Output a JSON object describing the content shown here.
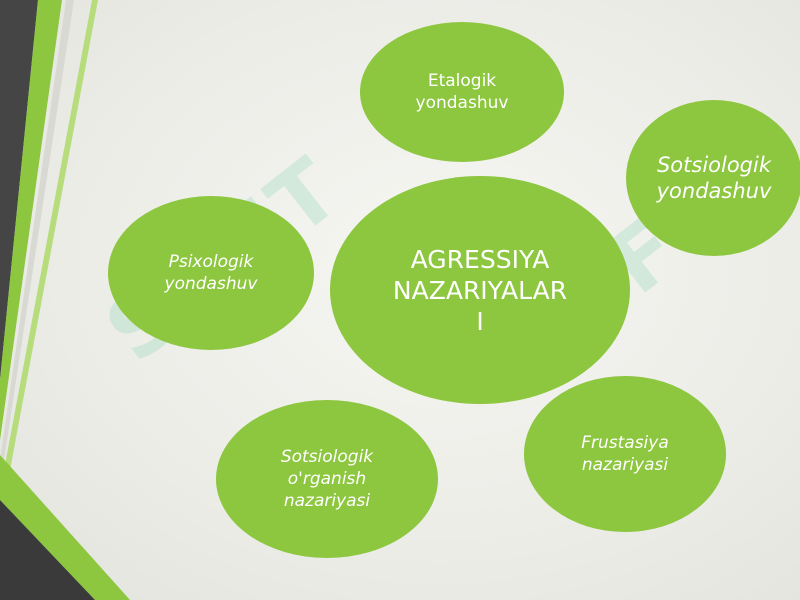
{
  "diagram": {
    "center": {
      "label": "AGRESSIYA\nNAZARIYALAR\nI"
    },
    "nodes": [
      {
        "id": "etalogik",
        "label": "Etalogik\nyondashuv"
      },
      {
        "id": "sotsiologik-yondashuv",
        "label": "Sotsiologik\nyondashuv"
      },
      {
        "id": "psixologik",
        "label": "Psixologik\nyondashuv"
      },
      {
        "id": "sotsiologik-organish",
        "label": "Sotsiologik\no'rganish\nnazariyasi"
      },
      {
        "id": "frustasiya",
        "label": "Frustasiya\nnazariyasi"
      }
    ]
  },
  "colors": {
    "circle_fill": "#8dc63f",
    "accent_green": "#7ac03a",
    "dark_band": "#3f3f3f",
    "background": "#eeeeea",
    "text": "#ffffff"
  }
}
